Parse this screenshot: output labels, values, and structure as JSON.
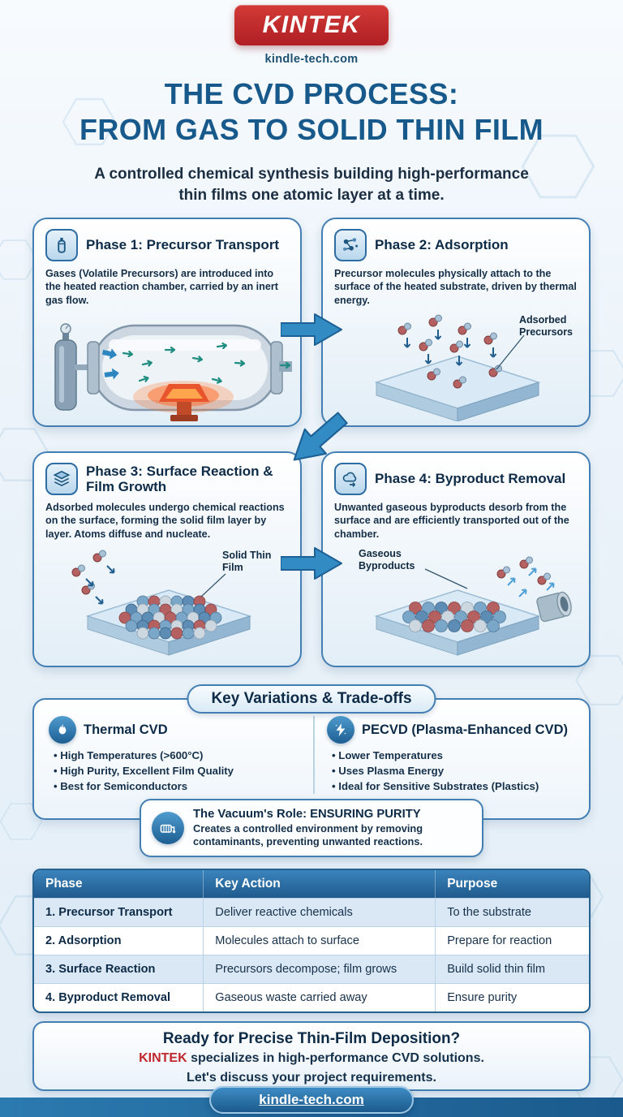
{
  "header": {
    "logo": "KINTEK",
    "website": "kindle-tech.com"
  },
  "title": {
    "line1": "THE CVD PROCESS:",
    "line2": "FROM GAS TO SOLID THIN FILM"
  },
  "subtitle": {
    "line1": "A controlled chemical synthesis building high-performance",
    "line2": "thin films one atomic layer at a time."
  },
  "phases": [
    {
      "icon": "gas-cylinder-icon",
      "title": "Phase 1: Precursor Transport",
      "description": "Gases (Volatile Precursors) are introduced into the heated reaction chamber, carried by an inert gas flow."
    },
    {
      "icon": "molecule-icon",
      "title": "Phase 2: Adsorption",
      "description": "Precursor molecules physically attach to the surface of the heated substrate, driven by thermal energy.",
      "callout": "Adsorbed Precursors"
    },
    {
      "icon": "layers-icon",
      "title": "Phase 3: Surface Reaction & Film Growth",
      "description": "Adsorbed molecules undergo chemical reactions on the surface, forming the solid film layer by layer. Atoms diffuse and nucleate.",
      "callout": "Solid Thin Film"
    },
    {
      "icon": "byproduct-cloud-icon",
      "title": "Phase 4: Byproduct Removal",
      "description": "Unwanted gaseous byproducts desorb from the surface and are efficiently transported out of the chamber.",
      "callout": "Gaseous Byproducts"
    }
  ],
  "variations": {
    "section_title": "Key Variations & Trade-offs",
    "thermal": {
      "icon": "flame-icon",
      "title": "Thermal CVD",
      "bullets": [
        "High Temperatures (>600°C)",
        "High Purity, Excellent Film Quality",
        "Best for Semiconductors"
      ]
    },
    "pecvd": {
      "icon": "plasma-bolt-icon",
      "title": "PECVD (Plasma-Enhanced CVD)",
      "bullets": [
        "Lower Temperatures",
        "Uses Plasma Energy",
        "Ideal for Sensitive Substrates (Plastics)"
      ]
    },
    "vacuum": {
      "icon": "vacuum-pump-icon",
      "title": "The Vacuum's Role: ENSURING PURITY",
      "description": "Creates a controlled environment by removing contaminants, preventing unwanted reactions."
    }
  },
  "table": {
    "headers": [
      "Phase",
      "Key Action",
      "Purpose"
    ],
    "rows": [
      {
        "phase": "1. Precursor Transport",
        "key_action": "Deliver reactive chemicals",
        "purpose": "To the substrate"
      },
      {
        "phase": "2. Adsorption",
        "key_action": "Molecules attach to surface",
        "purpose": "Prepare for reaction"
      },
      {
        "phase": "3. Surface Reaction",
        "key_action": "Precursors decompose; film grows",
        "purpose": "Build solid thin film"
      },
      {
        "phase": "4. Byproduct Removal",
        "key_action": "Gaseous waste carried away",
        "purpose": "Ensure purity"
      }
    ]
  },
  "cta": {
    "headline": "Ready for Precise Thin-Film Deposition?",
    "brand": "KINTEK",
    "line2_rest": " specializes in high-performance CVD solutions.",
    "line3": "Let's discuss your project requirements.",
    "button_label": "kindle-tech.com"
  },
  "colors": {
    "brand_red": "#c0272d",
    "heading_blue": "#17598a",
    "accent_blue": "#2e86c1",
    "dark_navy": "#0d2b47",
    "table_header_blue": "#2a6ea6",
    "row_tint": "#d9e8f4"
  }
}
